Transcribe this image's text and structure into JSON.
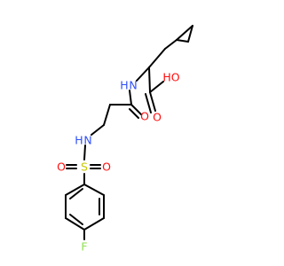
{
  "molecule": {
    "colors": {
      "bond": "#000000",
      "O": "#ff0d0d",
      "N": "#3050f8",
      "S": "#c8c800",
      "F": "#90e050",
      "background": "#ffffff"
    },
    "atoms": {
      "ho": "HO",
      "o_acid": "O",
      "nh_amide": "H",
      "n_amide": "N",
      "o_amide": "O",
      "nh_sulf": "H",
      "n_sulf": "N",
      "s": "S",
      "o_s_left": "O",
      "o_s_right": "O",
      "f": "F"
    }
  }
}
